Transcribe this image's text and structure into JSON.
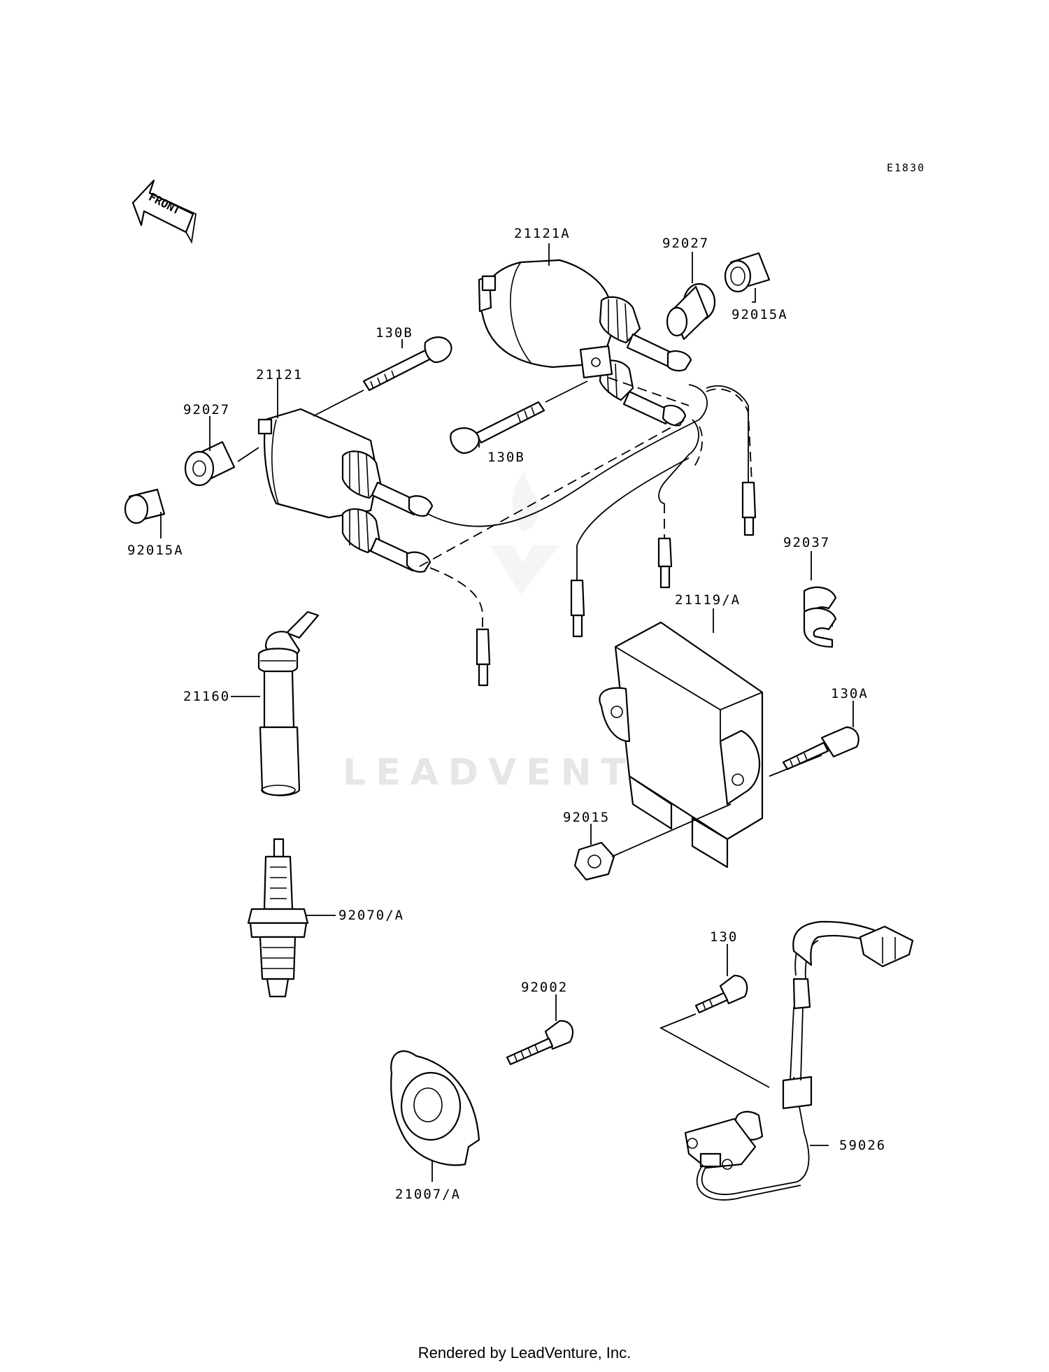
{
  "diagram_code": "E1830",
  "front_arrow_label": "FRONT",
  "watermark": "LEADVENTURE",
  "footer": "Rendered by LeadVenture, Inc.",
  "parts": [
    {
      "id": "coil_a",
      "label": "21121A"
    },
    {
      "id": "cap_top",
      "label": "92027"
    },
    {
      "id": "seal_top",
      "label": "92015A"
    },
    {
      "id": "bolt_130b_upper",
      "label": "130B"
    },
    {
      "id": "coil",
      "label": "21121"
    },
    {
      "id": "bolt_130b_lower",
      "label": "130B"
    },
    {
      "id": "cap_left",
      "label": "92027"
    },
    {
      "id": "seal_left",
      "label": "92015A"
    },
    {
      "id": "clamp",
      "label": "92037"
    },
    {
      "id": "igniter",
      "label": "21119/A"
    },
    {
      "id": "bolt_130a",
      "label": "130A"
    },
    {
      "id": "plug_cap",
      "label": "21160"
    },
    {
      "id": "nut",
      "label": "92015"
    },
    {
      "id": "spark_plug",
      "label": "92070/A"
    },
    {
      "id": "bolt_130",
      "label": "130"
    },
    {
      "id": "bolt_92002",
      "label": "92002"
    },
    {
      "id": "pickup_coil",
      "label": "59026"
    },
    {
      "id": "timing_rotor",
      "label": "21007/A"
    }
  ]
}
